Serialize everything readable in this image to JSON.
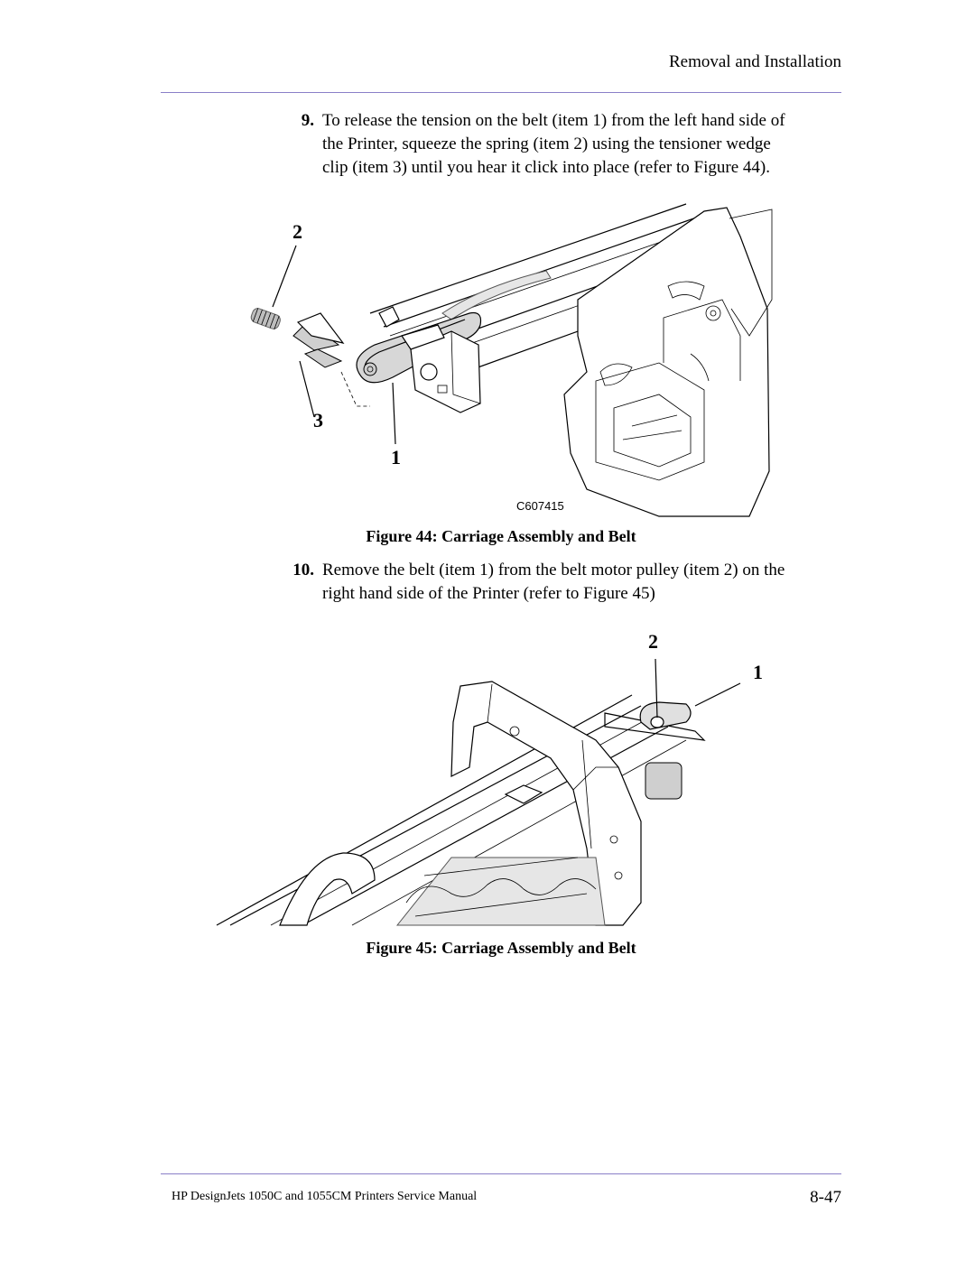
{
  "header": {
    "section_title": "Removal and Installation"
  },
  "steps": [
    {
      "number": "9.",
      "text_lines": [
        "To release the tension on the belt (item 1) from the left hand side of",
        "the Printer, squeeze the spring (item 2) using the tensioner wedge",
        "clip (item 3) until you hear it click into place (refer to Figure 44)."
      ]
    },
    {
      "number": "10.",
      "text_lines": [
        "Remove the belt (item 1) from the belt motor pulley (item 2) on the",
        "right hand side of the Printer (refer to Figure 45)"
      ]
    }
  ],
  "figures": [
    {
      "caption": "Figure 44: Carriage Assembly and Belt",
      "image_code": "C607415",
      "callouts": [
        "2",
        "3",
        "1"
      ]
    },
    {
      "caption": "Figure 45: Carriage Assembly and Belt",
      "callouts": [
        "2",
        "1"
      ]
    }
  ],
  "footer": {
    "manual_title": "HP DesignJets 1050C and 1055CM Printers Service Manual",
    "page_number": "8-47"
  },
  "colors": {
    "rule": "#8a7fc8",
    "text": "#000000",
    "background": "#ffffff"
  }
}
